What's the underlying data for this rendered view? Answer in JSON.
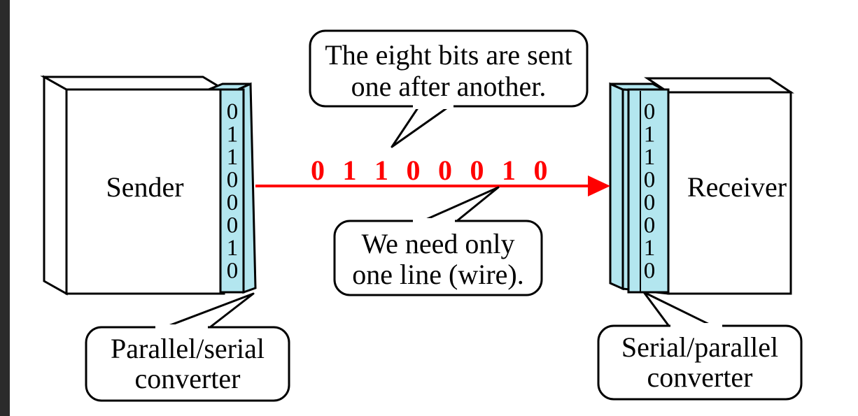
{
  "sender": {
    "label": "Sender"
  },
  "receiver": {
    "label": "Receiver"
  },
  "bits": [
    "0",
    "1",
    "1",
    "0",
    "0",
    "0",
    "1",
    "0"
  ],
  "callouts": {
    "top": {
      "line1": "The eight bits are sent",
      "line2": "one after another."
    },
    "middle": {
      "line1": "We need only",
      "line2": "one line (wire)."
    },
    "left_converter": {
      "line1": "Parallel/serial",
      "line2": "converter"
    },
    "right_converter": {
      "line1": "Serial/parallel",
      "line2": "converter"
    }
  },
  "colors": {
    "wire": "#ff0000",
    "converter": "#b3e6ef",
    "background": "#ffffff"
  }
}
